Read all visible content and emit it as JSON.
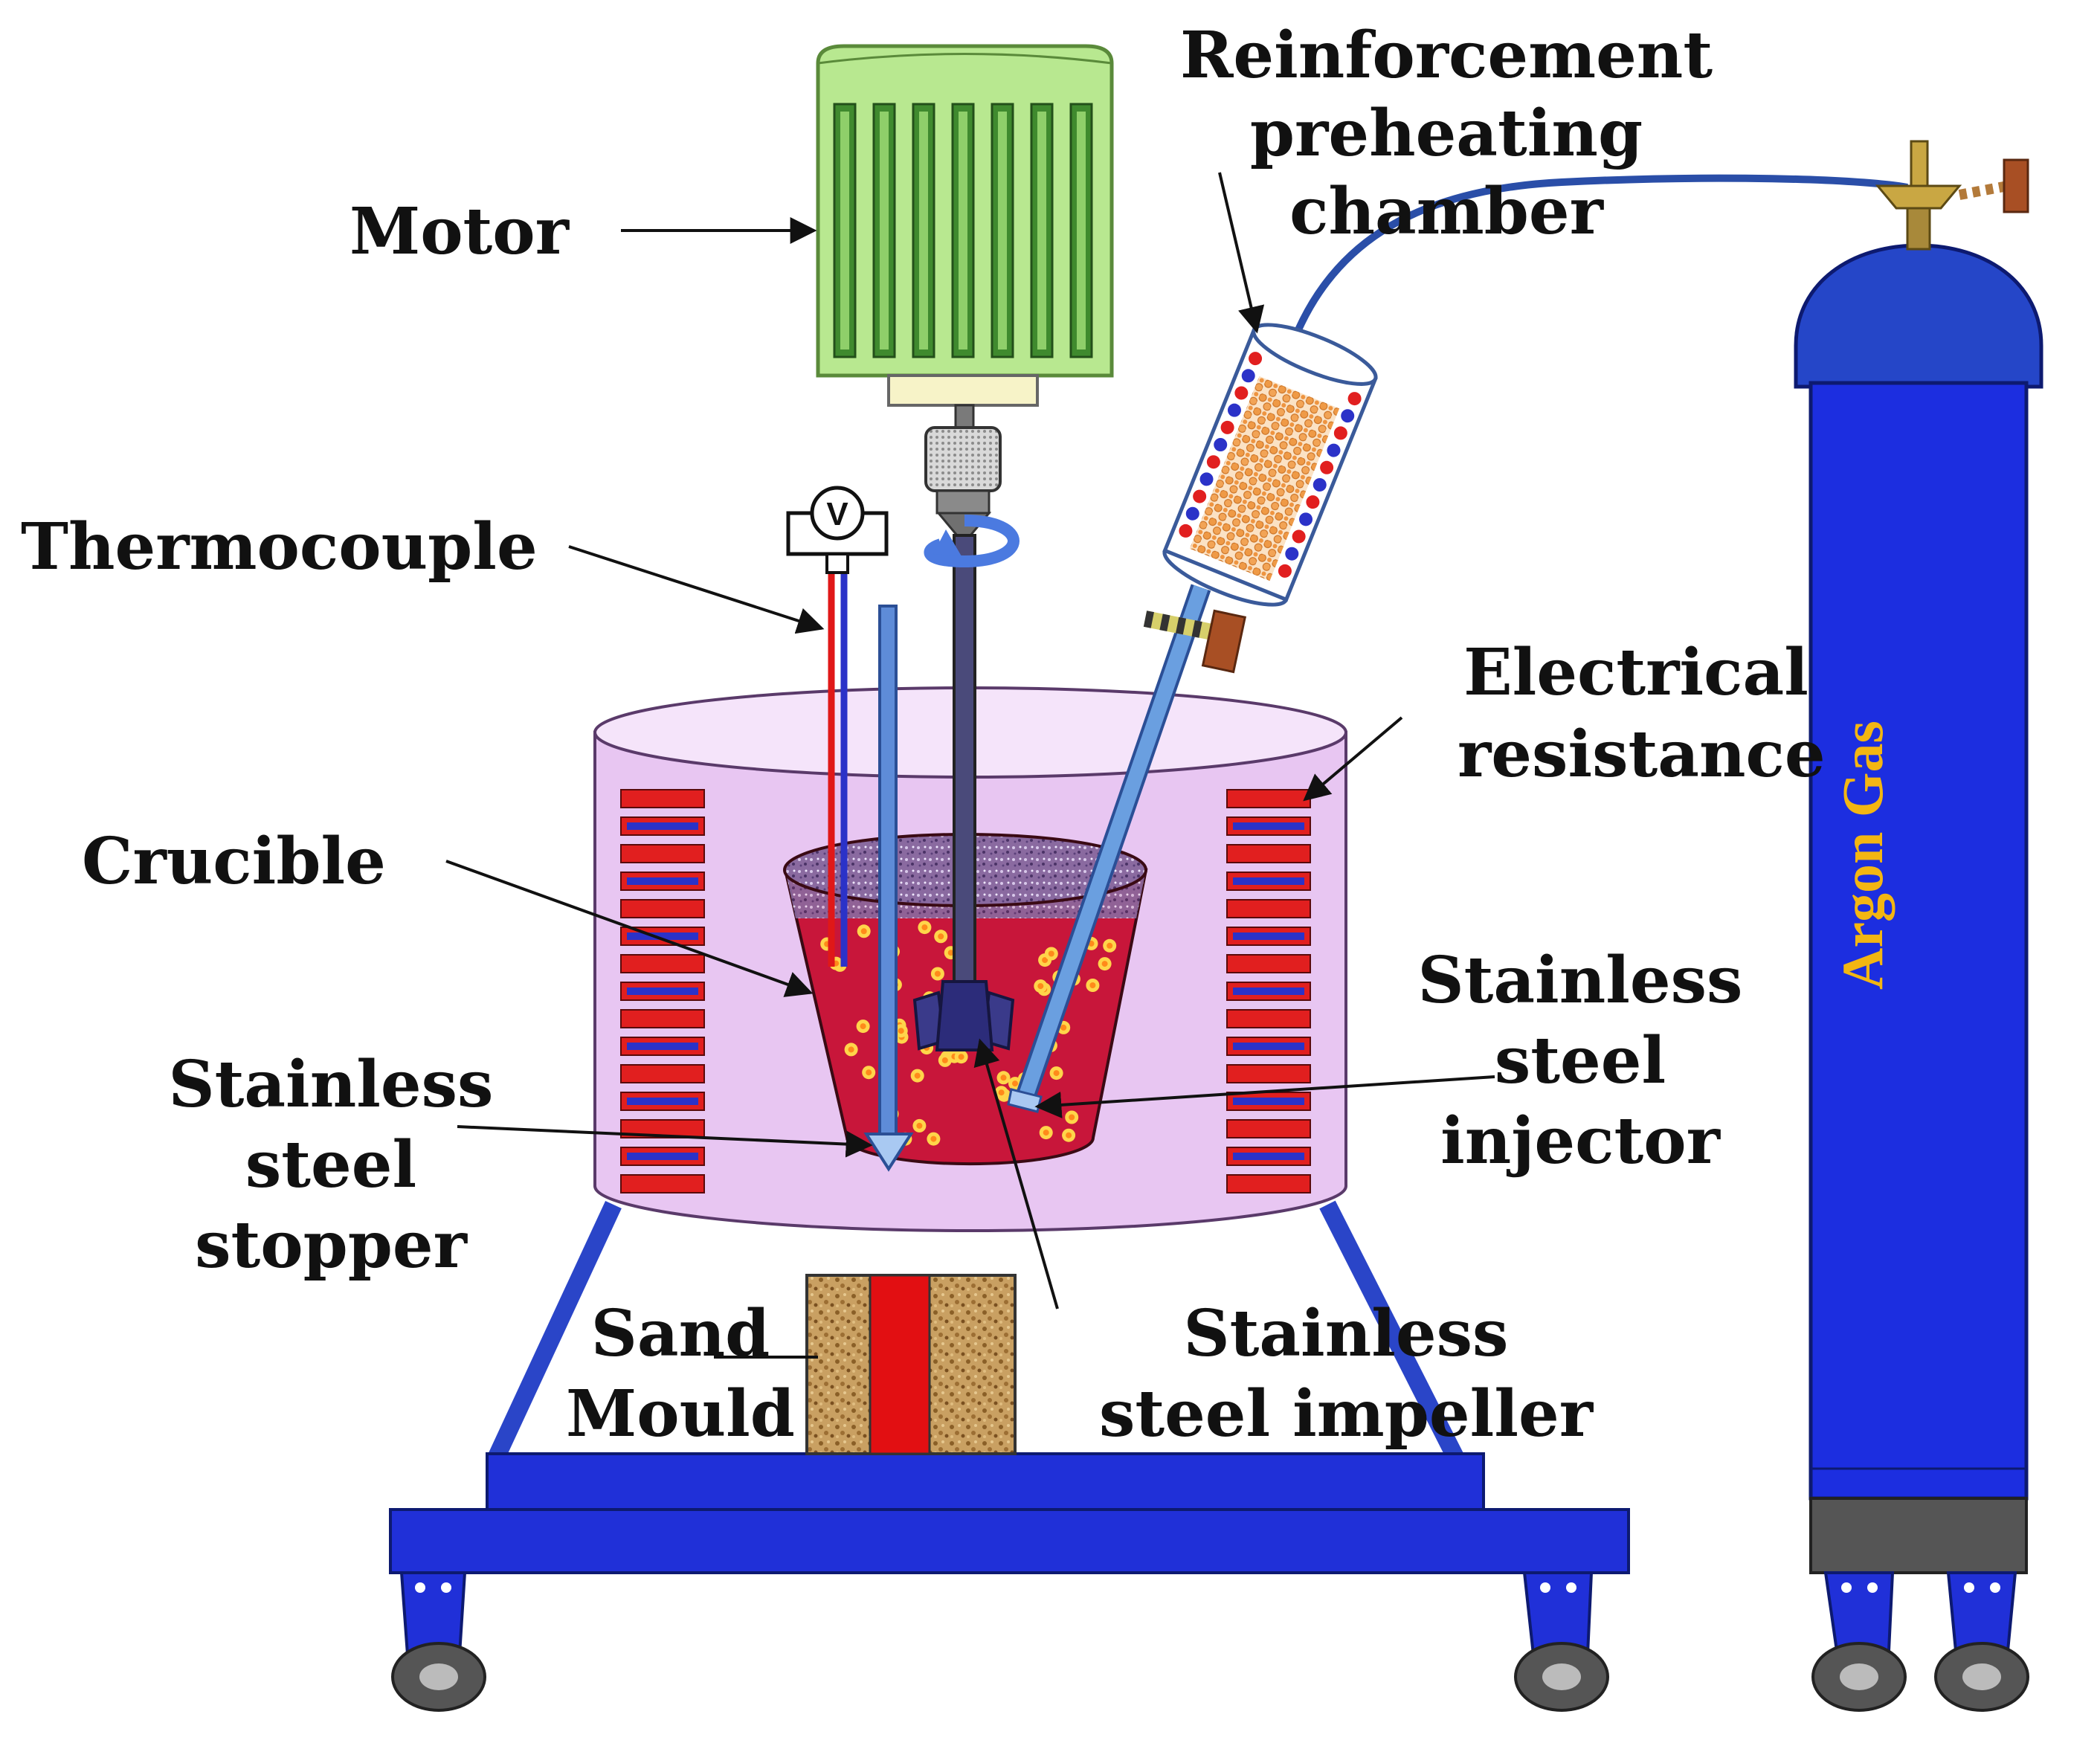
{
  "labels": {
    "motor": "Motor",
    "reinforcement": [
      "Reinforcement",
      "preheating",
      "chamber"
    ],
    "thermocouple": "Thermocouple",
    "electrical": [
      "Electrical",
      "resistance"
    ],
    "crucible": "Crucible",
    "injector": [
      "Stainless",
      "steel",
      "injector"
    ],
    "stopper": [
      "Stainless",
      "steel",
      "stopper"
    ],
    "sand_mould": [
      "Sand",
      "Mould"
    ],
    "impeller": [
      "Stainless",
      "steel impeller"
    ],
    "argon_gas": "Argon Gas",
    "voltmeter": "V"
  },
  "colors": {
    "frame_blue": "#2030d8",
    "cylinder_blue": "#1c2ee0",
    "cylinder_cap": "#2546c8",
    "motor_green": "#b8e890",
    "motor_fin": "#3f8a2e",
    "furnace_lilac": "#e8c6f2",
    "melt_red": "#c8163a",
    "heater_red": "#e11f1f",
    "heater_blue": "#2b32c8",
    "particle_orange": "#ef9a46",
    "sand_brown": "#c49a5a",
    "argon_text": "#f3b612"
  },
  "icons": {
    "wheel": "caster-wheel-icon",
    "valve": "gas-valve-icon",
    "voltmeter": "voltmeter-icon",
    "rotation": "rotation-arrow-icon"
  }
}
